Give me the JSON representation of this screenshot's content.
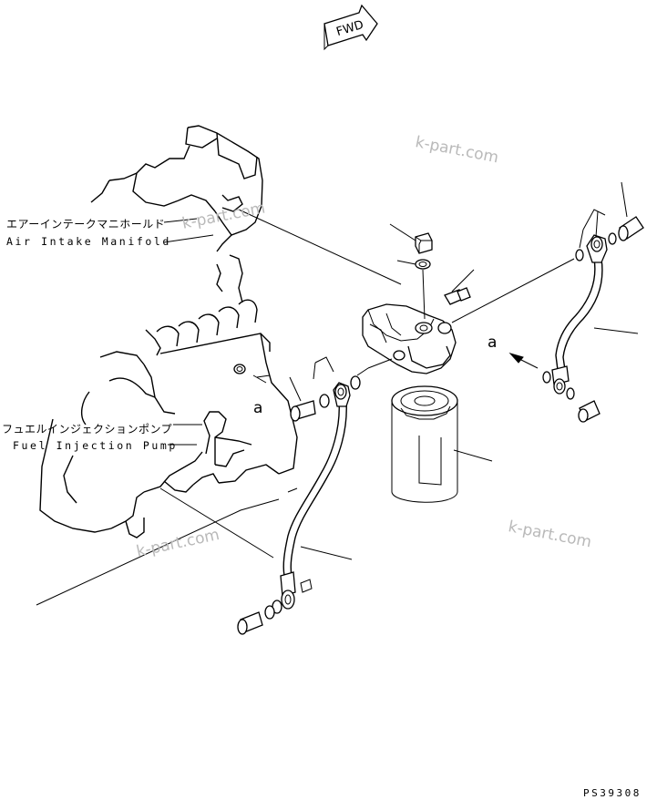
{
  "fwd_label": "FWD",
  "labels": {
    "air_intake_manifold_jp": "エアーインテークマニホールド",
    "air_intake_manifold_en": "Air Intake Manifold",
    "fuel_injection_pump_jp": "フュエルインジェクションポンプ",
    "fuel_injection_pump_en": "Fuel Injection Pump"
  },
  "callouts": [
    "a",
    "a"
  ],
  "watermarks": [
    "k-part.com",
    "k-part.com",
    "k-part.com",
    "k-part.com"
  ],
  "drawing_code": "PS39308"
}
